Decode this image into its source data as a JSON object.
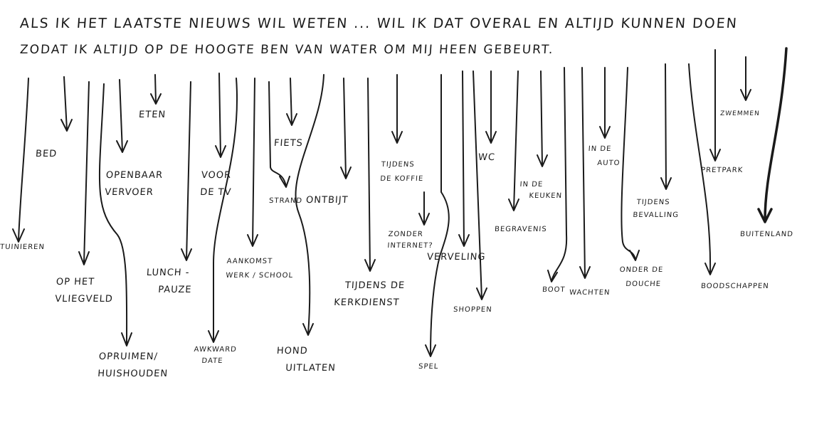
{
  "heading": {
    "line1": "ALS IK HET LAATSTE NIEUWS WIL WETEN ... WIL IK DAT OVERAL EN ALTIJD KUNNEN DOEN",
    "line2": "ZODAT IK ALTIJD OP DE HOOGTE BEN VAN WATER OM MIJ HEEN GEBEURT."
  },
  "labels": {
    "tuinieren": "TUINIEREN",
    "bed": "BED",
    "vliegveld": [
      "OP HET",
      "VLIEGVELD"
    ],
    "openbaar_vervoer": [
      "OPENBAAR",
      "VERVOER"
    ],
    "opruimen": [
      "OPRUIMEN/",
      "HUISHOUDEN"
    ],
    "eten": "ETEN",
    "lunchpauze": [
      "LUNCH -",
      "PAUZE"
    ],
    "voor_de_tv": [
      "VOOR",
      "DE TV"
    ],
    "aankomst": [
      "AANKOMST",
      "WERK / SCHOOL"
    ],
    "awkward_date": [
      "AWKWARD",
      "DATE"
    ],
    "fiets": "FIETS",
    "strand": "STRAND",
    "hond": [
      "HOND",
      "UITLATEN"
    ],
    "ontbijt": "ONTBIJT",
    "kerkdienst": [
      "TIJDENS DE",
      "KERKDIENST"
    ],
    "koffie": [
      "TIJDENS",
      "DE KOFFIE"
    ],
    "zonder_internet": [
      "ZONDER",
      "INTERNET?"
    ],
    "spel": "SPEL",
    "verveling": "VERVELING",
    "shoppen": "SHOPPEN",
    "wc": "WC",
    "begravenis": "BEGRAVENIS",
    "keuken": [
      "IN DE",
      "KEUKEN"
    ],
    "boot": "BOOT",
    "wachten": "WACHTEN",
    "auto": [
      "IN DE",
      "AUTO"
    ],
    "douche": [
      "ONDER DE",
      "DOUCHE"
    ],
    "bevalling": [
      "TIJDENS",
      "BEVALLING"
    ],
    "boodschappen": "BOODSCHAPPEN",
    "pretpark": "PRETPARK",
    "zwemmen": "ZWEMMEN",
    "buitenland": "BUITENLAND"
  }
}
